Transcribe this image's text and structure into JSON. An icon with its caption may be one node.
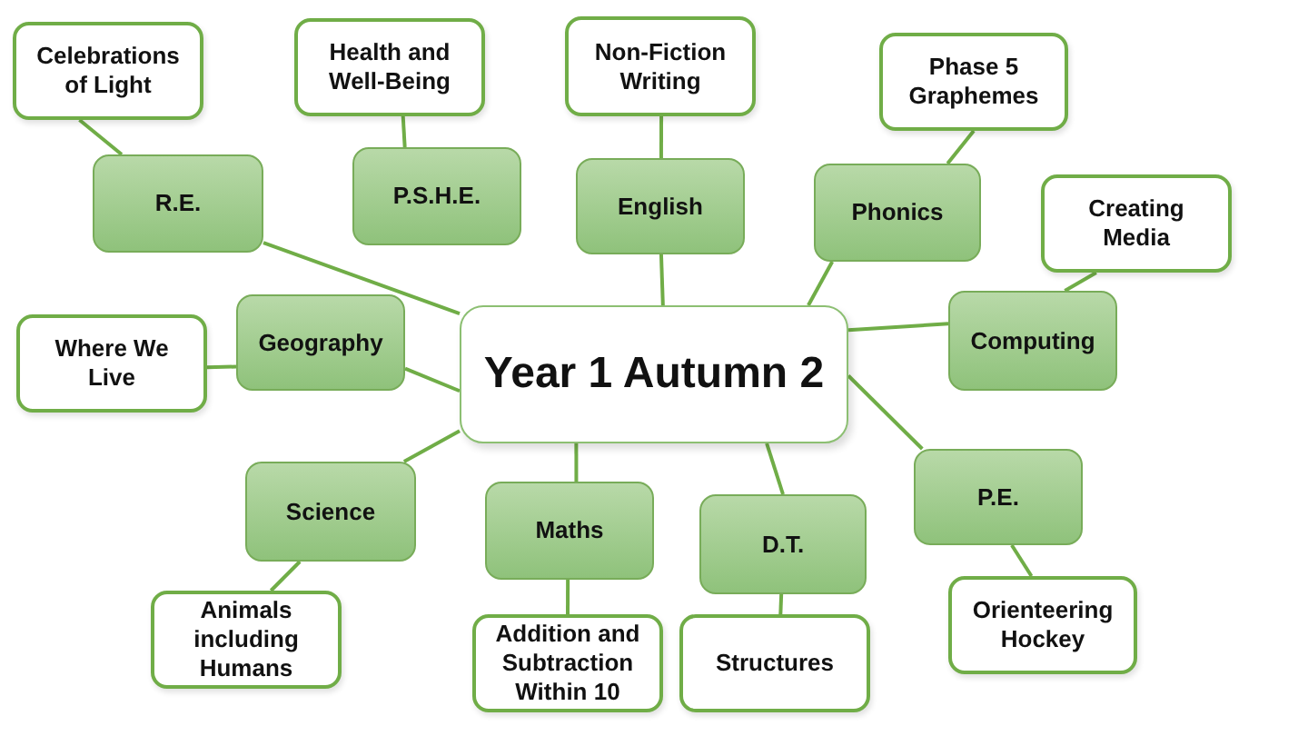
{
  "diagram": {
    "nodes": [
      {
        "text": [
          "Celebrations of Light"
        ]
      },
      {
        "text": [
          "Health and Well-Being"
        ]
      },
      {
        "text": [
          "Non-Fiction Writing"
        ]
      },
      {
        "text": [
          "Phase 5 Graphemes"
        ]
      },
      {
        "text": [
          "R.E."
        ]
      },
      {
        "text": [
          "P.S.H.E."
        ]
      },
      {
        "text": [
          "English"
        ]
      },
      {
        "text": [
          "Phonics"
        ]
      },
      {
        "text": [
          "Creating Media"
        ]
      },
      {
        "text": [
          "Computing"
        ]
      },
      {
        "text": [
          "Where We Live"
        ]
      },
      {
        "text": [
          "Geography"
        ]
      },
      {
        "text": [
          "Year 1 Autumn 2"
        ]
      },
      {
        "text": [
          "P.E."
        ]
      },
      {
        "text": [
          "Science"
        ]
      },
      {
        "text": [
          "Maths"
        ]
      },
      {
        "text": [
          "D.T."
        ]
      },
      {
        "text": [
          "Orienteering Hockey"
        ]
      },
      {
        "text": [
          "Animals including Humans"
        ]
      },
      {
        "text": [
          "Addition and Subtraction Within 10"
        ]
      },
      {
        "text": [
          "Structures"
        ]
      }
    ],
    "edges": [
      {
        "from": 12,
        "to": 4,
        "arrow": "none"
      },
      {
        "from": 4,
        "to": 0,
        "arrow": "none"
      },
      {
        "from": 5,
        "to": 1,
        "arrow": "none"
      },
      {
        "from": 12,
        "to": 6,
        "arrow": "none"
      },
      {
        "from": 6,
        "to": 2,
        "arrow": "none"
      },
      {
        "from": 12,
        "to": 7,
        "arrow": "none"
      },
      {
        "from": 7,
        "to": 3,
        "arrow": "none"
      },
      {
        "from": 12,
        "to": 9,
        "arrow": "none"
      },
      {
        "from": 9,
        "to": 8,
        "arrow": "none"
      },
      {
        "from": 12,
        "to": 11,
        "arrow": "none"
      },
      {
        "from": 11,
        "to": 10,
        "arrow": "none"
      },
      {
        "from": 12,
        "to": 13,
        "arrow": "none"
      },
      {
        "from": 13,
        "to": 17,
        "arrow": "none"
      },
      {
        "from": 12,
        "to": 14,
        "arrow": "none"
      },
      {
        "from": 14,
        "to": 18,
        "arrow": "none"
      },
      {
        "from": 12,
        "to": 15,
        "arrow": "none"
      },
      {
        "from": 15,
        "to": 19,
        "arrow": "none"
      },
      {
        "from": 12,
        "to": 16,
        "arrow": "none"
      },
      {
        "from": 16,
        "to": 20,
        "arrow": "none"
      }
    ]
  }
}
